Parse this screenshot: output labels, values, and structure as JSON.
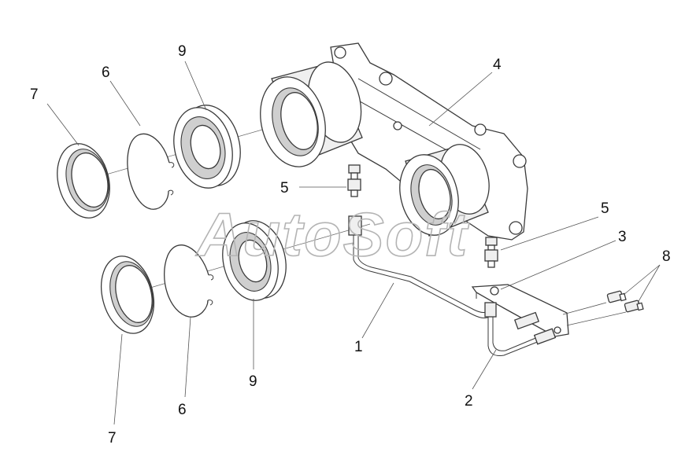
{
  "watermark": "AutoSoft",
  "callouts": [
    {
      "id": "c7a",
      "label": "7"
    },
    {
      "id": "c6a",
      "label": "6"
    },
    {
      "id": "c9a",
      "label": "9"
    },
    {
      "id": "c4",
      "label": "4"
    },
    {
      "id": "c5a",
      "label": "5"
    },
    {
      "id": "c5b",
      "label": "5"
    },
    {
      "id": "c3",
      "label": "3"
    },
    {
      "id": "c8",
      "label": "8"
    },
    {
      "id": "c1",
      "label": "1"
    },
    {
      "id": "c2",
      "label": "2"
    },
    {
      "id": "c9b",
      "label": "9"
    },
    {
      "id": "c6b",
      "label": "6"
    },
    {
      "id": "c7b",
      "label": "7"
    }
  ]
}
